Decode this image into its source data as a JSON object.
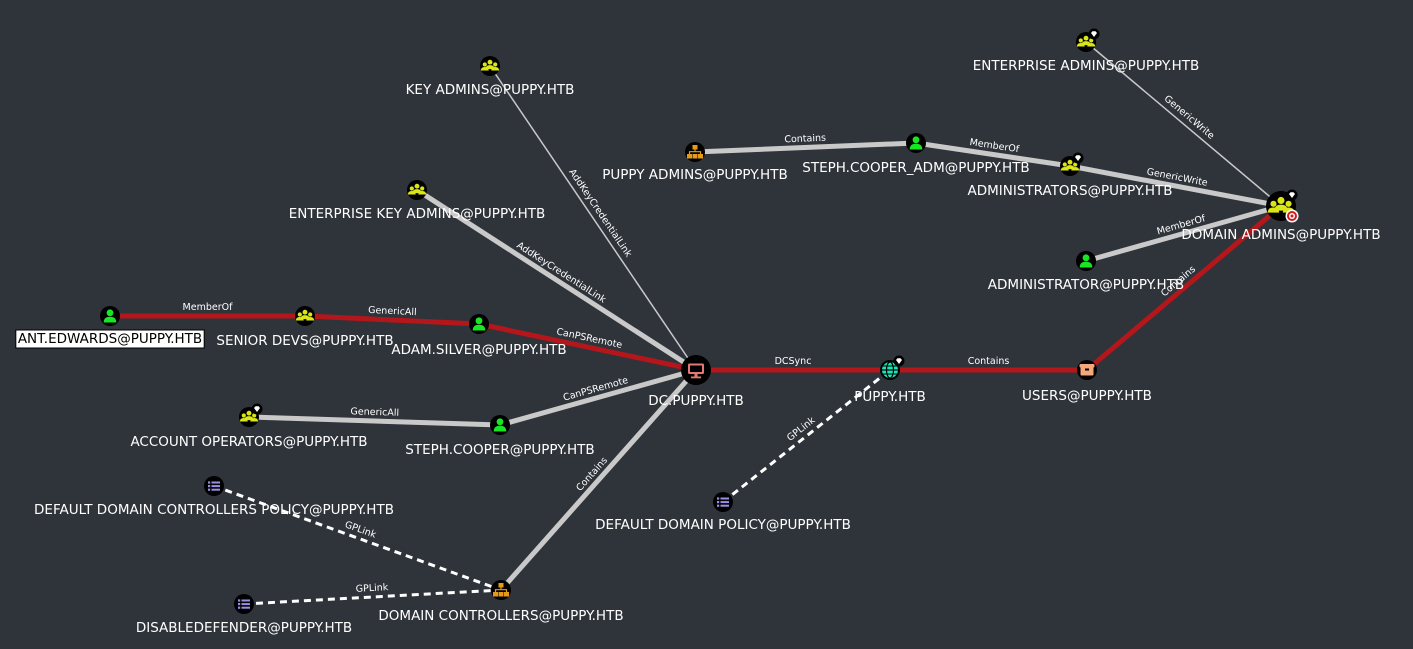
{
  "nodes": [
    {
      "id": "ant_edwards",
      "label": "ANT.EDWARDS@PUPPY.HTB",
      "kind": "user",
      "selected": true
    },
    {
      "id": "senior_devs",
      "label": "SENIOR DEVS@PUPPY.HTB",
      "kind": "group"
    },
    {
      "id": "adam_silver",
      "label": "ADAM.SILVER@PUPPY.HTB",
      "kind": "user"
    },
    {
      "id": "dc",
      "label": "DC.PUPPY.HTB",
      "kind": "computer"
    },
    {
      "id": "puppy_htb",
      "label": "PUPPY.HTB",
      "kind": "domain"
    },
    {
      "id": "users",
      "label": "USERS@PUPPY.HTB",
      "kind": "container"
    },
    {
      "id": "domain_admins",
      "label": "DOMAIN ADMINS@PUPPY.HTB",
      "kind": "group-target"
    },
    {
      "id": "enterprise_admins",
      "label": "ENTERPRISE ADMINS@PUPPY.HTB",
      "kind": "group-tier0"
    },
    {
      "id": "administrators",
      "label": "ADMINISTRATORS@PUPPY.HTB",
      "kind": "group-tier0"
    },
    {
      "id": "administrator",
      "label": "ADMINISTRATOR@PUPPY.HTB",
      "kind": "user"
    },
    {
      "id": "steph_cooper_adm",
      "label": "STEPH.COOPER_ADM@PUPPY.HTB",
      "kind": "user"
    },
    {
      "id": "puppy_admins",
      "label": "PUPPY ADMINS@PUPPY.HTB",
      "kind": "ou"
    },
    {
      "id": "key_admins",
      "label": "KEY ADMINS@PUPPY.HTB",
      "kind": "group"
    },
    {
      "id": "enterprise_key_admins",
      "label": "ENTERPRISE KEY ADMINS@PUPPY.HTB",
      "kind": "group"
    },
    {
      "id": "account_operators",
      "label": "ACCOUNT OPERATORS@PUPPY.HTB",
      "kind": "group-tier0"
    },
    {
      "id": "steph_cooper",
      "label": "STEPH.COOPER@PUPPY.HTB",
      "kind": "user"
    },
    {
      "id": "default_dc_policy",
      "label": "DEFAULT DOMAIN CONTROLLERS POLICY@PUPPY.HTB",
      "kind": "gpo"
    },
    {
      "id": "default_domain_policy",
      "label": "DEFAULT DOMAIN POLICY@PUPPY.HTB",
      "kind": "gpo"
    },
    {
      "id": "domain_controllers",
      "label": "DOMAIN CONTROLLERS@PUPPY.HTB",
      "kind": "ou"
    },
    {
      "id": "disabledefender",
      "label": "DISABLEDEFENDER@PUPPY.HTB",
      "kind": "gpo"
    }
  ],
  "edges": [
    {
      "from": "ant_edwards",
      "to": "senior_devs",
      "label": "MemberOf",
      "style": "path"
    },
    {
      "from": "senior_devs",
      "to": "adam_silver",
      "label": "GenericAll",
      "style": "path"
    },
    {
      "from": "adam_silver",
      "to": "dc",
      "label": "CanPSRemote",
      "style": "path"
    },
    {
      "from": "dc",
      "to": "puppy_htb",
      "label": "DCSync",
      "style": "path"
    },
    {
      "from": "puppy_htb",
      "to": "users",
      "label": "Contains",
      "style": "path"
    },
    {
      "from": "users",
      "to": "domain_admins",
      "label": "Contains",
      "style": "path"
    },
    {
      "from": "key_admins",
      "to": "dc",
      "label": "AddKeyCredentialLink",
      "style": "thin"
    },
    {
      "from": "enterprise_key_admins",
      "to": "dc",
      "label": "AddKeyCredentialLink",
      "style": "thick"
    },
    {
      "from": "steph_cooper",
      "to": "dc",
      "label": "CanPSRemote",
      "style": "thick"
    },
    {
      "from": "account_operators",
      "to": "steph_cooper",
      "label": "GenericAll",
      "style": "thick"
    },
    {
      "from": "domain_controllers",
      "to": "dc",
      "label": "Contains",
      "style": "thick"
    },
    {
      "from": "default_dc_policy",
      "to": "domain_controllers",
      "label": "GPLink",
      "style": "dashed"
    },
    {
      "from": "disabledefender",
      "to": "domain_controllers",
      "label": "GPLink",
      "style": "dashed"
    },
    {
      "from": "default_domain_policy",
      "to": "puppy_htb",
      "label": "GPLink",
      "style": "dashed"
    },
    {
      "from": "puppy_admins",
      "to": "steph_cooper_adm",
      "label": "Contains",
      "style": "thick"
    },
    {
      "from": "steph_cooper_adm",
      "to": "administrators",
      "label": "MemberOf",
      "style": "thick"
    },
    {
      "from": "administrators",
      "to": "domain_admins",
      "label": "GenericWrite",
      "style": "thick"
    },
    {
      "from": "enterprise_admins",
      "to": "domain_admins",
      "label": "GenericWrite",
      "style": "thin"
    },
    {
      "from": "administrator",
      "to": "domain_admins",
      "label": "MemberOf",
      "style": "thick"
    }
  ],
  "colors": {
    "background": "#2f343a",
    "path_edge": "#b3161b",
    "normal_edge": "#c9c9c9",
    "dashed_edge": "#ffffff",
    "user": "#17e625",
    "group": "#dbe617",
    "computer": "#e67873",
    "domain": "#17e6b9",
    "container": "#f4a77a",
    "ou": "#e69a17",
    "gpo": "#998ee6"
  }
}
